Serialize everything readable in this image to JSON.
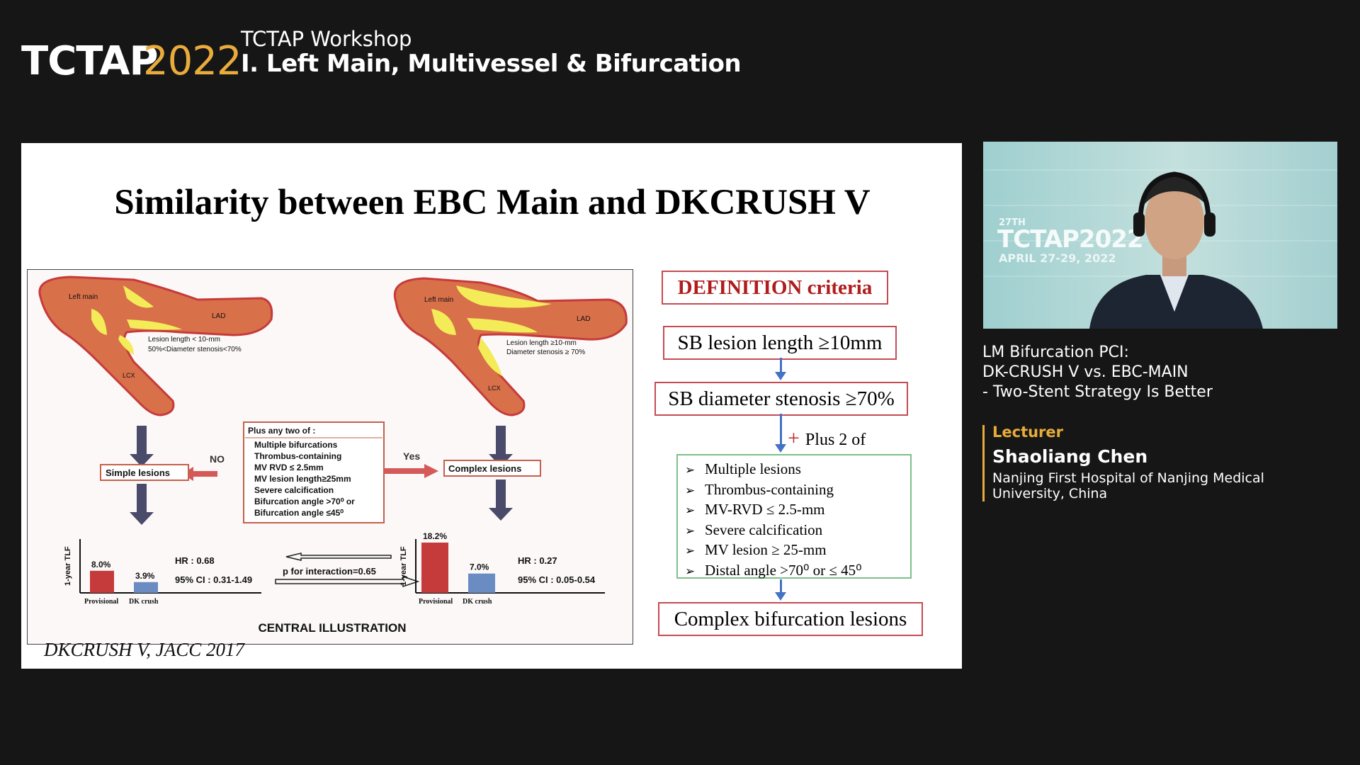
{
  "header": {
    "logo_name": "TCTAP",
    "logo_year": "2022",
    "workshop": "TCTAP Workshop",
    "session": "I. Left Main, Multivessel & Bifurcation"
  },
  "slide": {
    "title": "Similarity between EBC Main and DKCRUSH V",
    "citation": "DKCRUSH V, JACC 2017",
    "illustration": {
      "left_vessel": {
        "left_main": "Left main",
        "lad": "LAD",
        "lcx": "LCX",
        "note1": "Lesion length < 10-mm",
        "note2": "50%<Diameter stenosis<70%"
      },
      "right_vessel": {
        "left_main": "Left main",
        "lad": "LAD",
        "lcx": "LCX",
        "note1": "Lesion length ≥10-mm",
        "note2": "Diameter stenosis ≥ 70%"
      },
      "criteria_header": "Plus any two of :",
      "criteria": [
        "Multiple bifurcations",
        "Thrombus-containing",
        "MV RVD ≤ 2.5mm",
        "MV lesion length≥25mm",
        "Severe calcification",
        "Bifurcation angle >70⁰  or",
        "Bifurcation angle ≤45⁰"
      ],
      "no_label": "NO",
      "yes_label": "Yes",
      "simple_label": "Simple lesions",
      "complex_label": "Complex lesions",
      "interaction": "p for interaction=0.65",
      "footer": "CENTRAL ILLUSTRATION",
      "left_stats": {
        "hr": "HR : 0.68",
        "ci": "95% CI : 0.31-1.49"
      },
      "right_stats": {
        "hr": "HR : 0.27",
        "ci": "95% CI : 0.05-0.54"
      }
    },
    "flow": {
      "definition": "DEFINITION criteria",
      "step1": "SB lesion length ≥10mm",
      "step2": "SB diameter stenosis ≥70%",
      "plus": "+",
      "plus_text": "Plus 2 of",
      "criteria": [
        "Multiple lesions",
        "Thrombus-containing",
        "MV-RVD ≤ 2.5-mm",
        "Severe calcification",
        "MV lesion ≥ 25-mm",
        "Distal angle >70⁰ or ≤ 45⁰"
      ],
      "bullet": "➢",
      "result": "Complex bifurcation lesions"
    }
  },
  "chart_data": [
    {
      "type": "bar",
      "categories": [
        "Provisional",
        "DK crush"
      ],
      "values": [
        8.0,
        3.9
      ],
      "data_labels": [
        "8.0%",
        "3.9%"
      ],
      "ylabel": "1-year TLF",
      "colors": [
        "#c53a3a",
        "#6b8cc2"
      ]
    },
    {
      "type": "bar",
      "categories": [
        "Provisional",
        "DK crush"
      ],
      "values": [
        18.2,
        7.0
      ],
      "data_labels": [
        "18.2%",
        "7.0%"
      ],
      "ylabel": "1-year TLF",
      "colors": [
        "#c53a3a",
        "#6b8cc2"
      ]
    }
  ],
  "video": {
    "badge_top": "27TH",
    "badge_name": "TCTAP2022",
    "badge_date": "APRIL 27-29, 2022"
  },
  "talk": {
    "line1": "LM Bifurcation PCI:",
    "line2": "DK-CRUSH V vs. EBC-MAIN",
    "line3": "- Two-Stent Strategy Is Better"
  },
  "lecturer": {
    "label": "Lecturer",
    "name": "Shaoliang Chen",
    "affiliation": "Nanjing First Hospital of Nanjing Medical University, China"
  },
  "colors": {
    "accent": "#e9ac3c",
    "background": "#161616",
    "box_border": "#c64b55",
    "arrow": "#4472c4"
  }
}
